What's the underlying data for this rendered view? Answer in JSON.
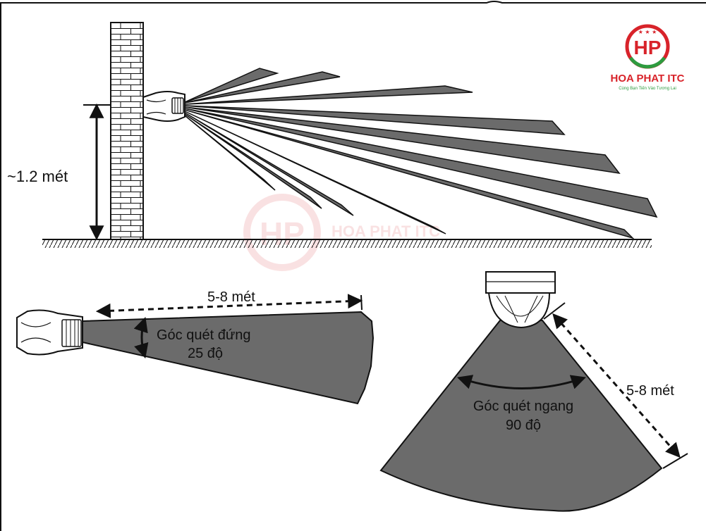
{
  "labels": {
    "height": "~1.2 mét",
    "distance_side": "5-8 mét",
    "vertical_angle_title": "Góc quét đứng",
    "vertical_angle_value": "25 độ",
    "horizontal_angle_title": "Góc quét ngang",
    "horizontal_angle_value": "90 độ",
    "distance_top": "5-8 mét"
  },
  "logo": {
    "monogram": "HP",
    "name": "HOA PHAT ITC",
    "slogan": "Cùng Bạn Tiến Vào Tương Lai",
    "watermark_name": "HOA PHAT ITC"
  },
  "colors": {
    "beam": "#6b6b6b",
    "line": "#111111",
    "logo_red": "#d8232a",
    "logo_green": "#2e9b3f"
  }
}
